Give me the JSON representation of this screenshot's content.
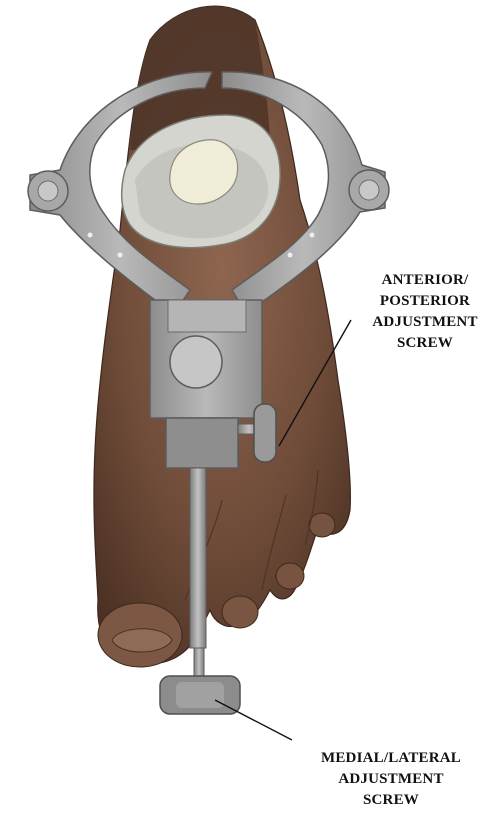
{
  "callouts": {
    "anterior_posterior": {
      "lines": [
        "ANTERIOR/",
        "POSTERIOR",
        "ADJUSTMENT",
        "SCREW"
      ]
    },
    "medial_lateral": {
      "lines": [
        "MEDIAL/LATERAL",
        "ADJUSTMENT",
        "SCREW"
      ]
    }
  },
  "colors": {
    "skin": "#7a5642",
    "skin_dark": "#5a3a2a",
    "frame": "#9a9a9a",
    "frame_light": "#bdbdbd",
    "implant": "#d9d9d4",
    "implant_core": "#eeecd8"
  }
}
